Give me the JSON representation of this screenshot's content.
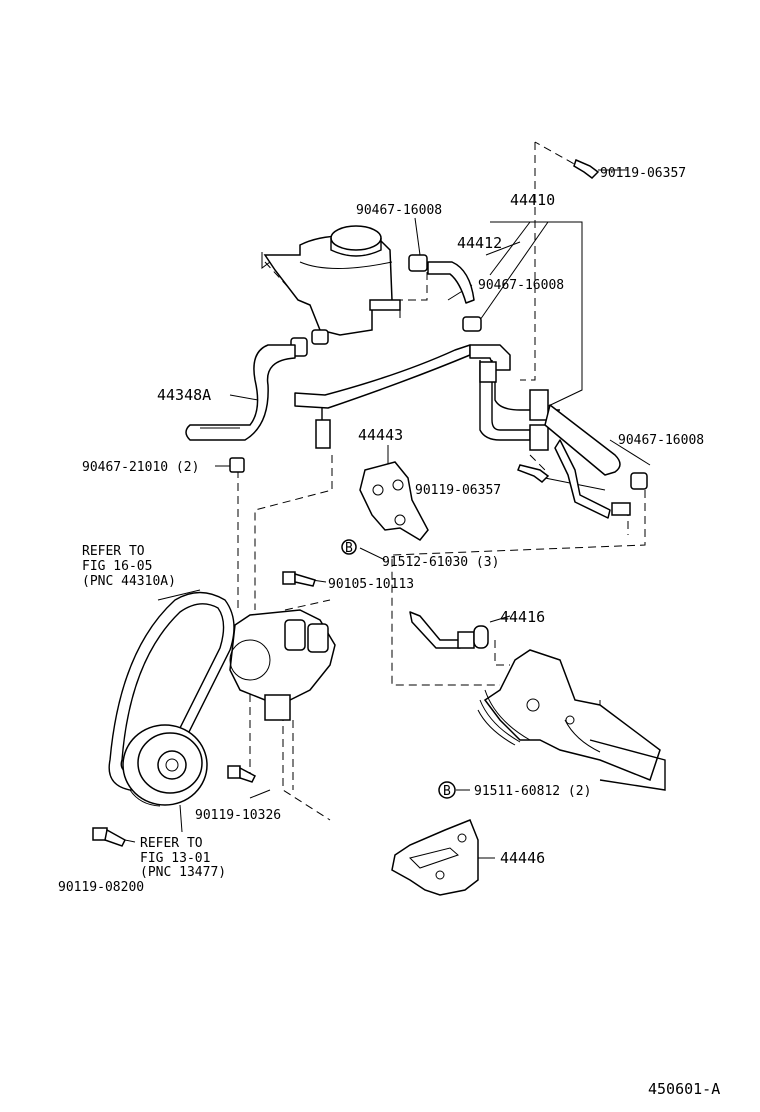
{
  "diagram": {
    "labels": {
      "p_90119_06357_top": "90119-06357",
      "p_44410": "44410",
      "p_90467_16008_a": "90467-16008",
      "p_44412": "44412",
      "p_90467_16008_b": "90467-16008",
      "p_44348A": "44348A",
      "p_44443": "44443",
      "p_90467_16008_c": "90467-16008",
      "p_90467_21010": "90467-21010 (2)",
      "p_90119_06357_mid": "90119-06357",
      "p_91512_61030": "91512-61030 (3)",
      "p_90105_10113": "90105-10113",
      "p_44416": "44416",
      "refer_belt_1": "REFER TO",
      "refer_belt_2": "FIG 16-05",
      "refer_belt_3": "(PNC 44310A)",
      "p_90119_10326": "90119-10326",
      "p_91511_60812": "91511-60812 (2)",
      "p_44446": "44446",
      "refer_pulley_1": "REFER TO",
      "refer_pulley_2": "FIG 13-01",
      "refer_pulley_3": "(PNC 13477)",
      "p_90119_08200": "90119-08200",
      "marker_b": "B",
      "figure_id": "450601-A"
    }
  }
}
